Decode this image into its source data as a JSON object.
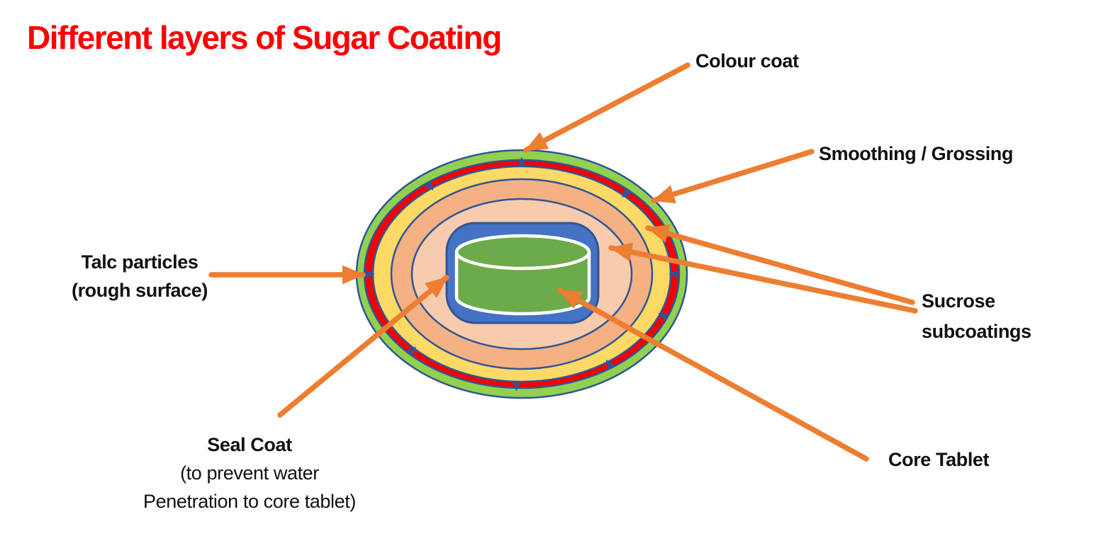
{
  "title": {
    "text": "Different layers of Sugar Coating"
  },
  "colors": {
    "title_red": "#FF0000",
    "label_text": "#111111",
    "arrow": "#ED7D31",
    "border_blue": "#2F5597",
    "cylinder_outline": "#FFFFFF"
  },
  "labels": {
    "colour_coat": {
      "text": "Colour coat"
    },
    "smoothing": {
      "text": "Smoothing / Grossing"
    },
    "sucrose": {
      "line1": "Sucrose",
      "line2": "subcoatings"
    },
    "core_tablet": {
      "text": "Core Tablet"
    },
    "talc": {
      "line1": "Talc particles",
      "line2": "(rough surface)"
    },
    "seal": {
      "line1": "Seal Coat",
      "line2": "(to prevent water",
      "line3": "Penetration to core tablet)"
    }
  },
  "diagram": {
    "layers": [
      {
        "label": "Colour coat",
        "color": "#92D050"
      },
      {
        "label": "Talc particles (rough surface)",
        "color": "#F40000"
      },
      {
        "label": "Smoothing / Grossing",
        "color": "#FFD965"
      },
      {
        "label": "Sucrose subcoating (outer)",
        "color": "#F4B183"
      },
      {
        "label": "Sucrose subcoating (inner)",
        "color": "#F8CBAD"
      },
      {
        "label": "Seal Coat",
        "color": "#4472C4"
      },
      {
        "label": "Core Tablet",
        "color": "#6CAB49"
      }
    ],
    "talc_marks": {
      "color": "#2F5597",
      "marks": [
        {
          "angle": 90,
          "dir": "out"
        },
        {
          "angle": 47,
          "dir": "in"
        },
        {
          "angle": 0,
          "dir": "in"
        },
        {
          "angle": 338,
          "dir": "in"
        },
        {
          "angle": 305,
          "dir": "in"
        },
        {
          "angle": 268,
          "dir": "out"
        },
        {
          "angle": 224,
          "dir": "in"
        },
        {
          "angle": 180,
          "dir": "in"
        },
        {
          "angle": 127,
          "dir": "in"
        }
      ]
    }
  }
}
